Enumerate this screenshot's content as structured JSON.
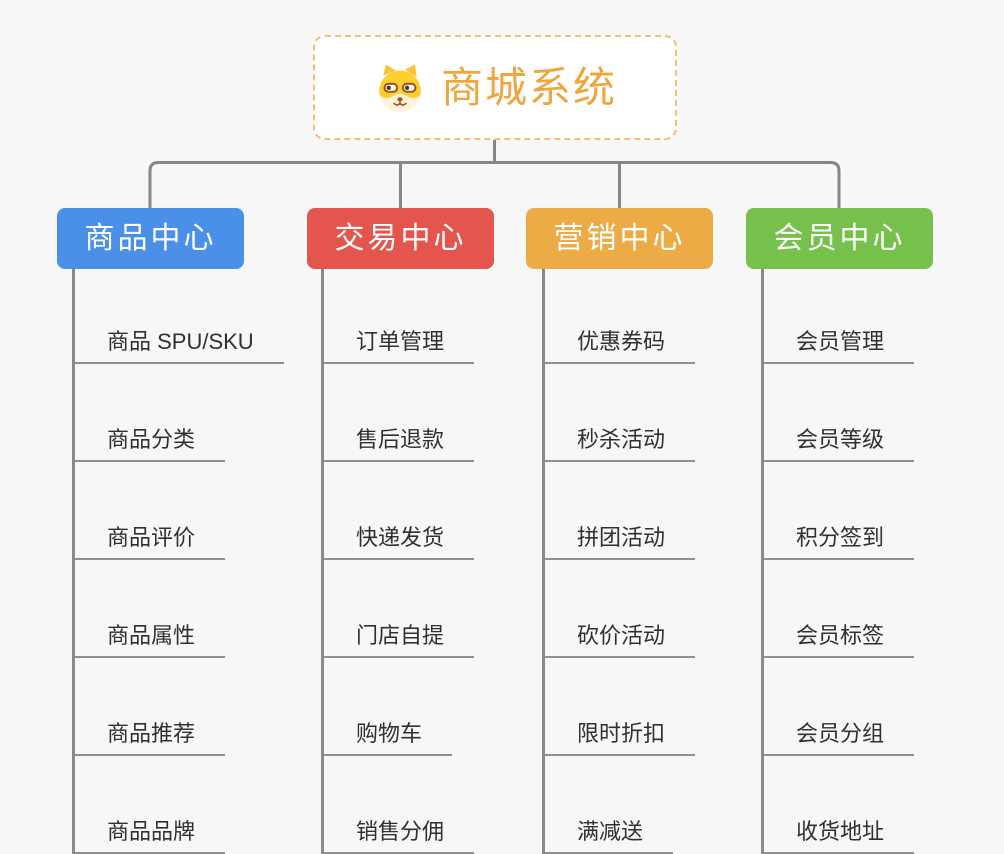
{
  "root": {
    "title": "商城系统",
    "icon": "dog-icon"
  },
  "branches": [
    {
      "label": "商品中心",
      "color": "#4a90e8",
      "children": [
        "商品 SPU/SKU",
        "商品分类",
        "商品评价",
        "商品属性",
        "商品推荐",
        "商品品牌"
      ]
    },
    {
      "label": "交易中心",
      "color": "#e4554e",
      "children": [
        "订单管理",
        "售后退款",
        "快递发货",
        "门店自提",
        "购物车",
        "销售分佣"
      ]
    },
    {
      "label": "营销中心",
      "color": "#ecab44",
      "children": [
        "优惠券码",
        "秒杀活动",
        "拼团活动",
        "砍价活动",
        "限时折扣",
        "满减送"
      ]
    },
    {
      "label": "会员中心",
      "color": "#76c14b",
      "children": [
        "会员管理",
        "会员等级",
        "积分签到",
        "会员标签",
        "会员分组",
        "收货地址"
      ]
    }
  ],
  "colors": {
    "root_accent": "#f0a63e",
    "root_border": "#f2c06e",
    "connector_line": "#8a8a8a",
    "child_text": "#303030",
    "canvas_background": "#f7f7f7"
  }
}
